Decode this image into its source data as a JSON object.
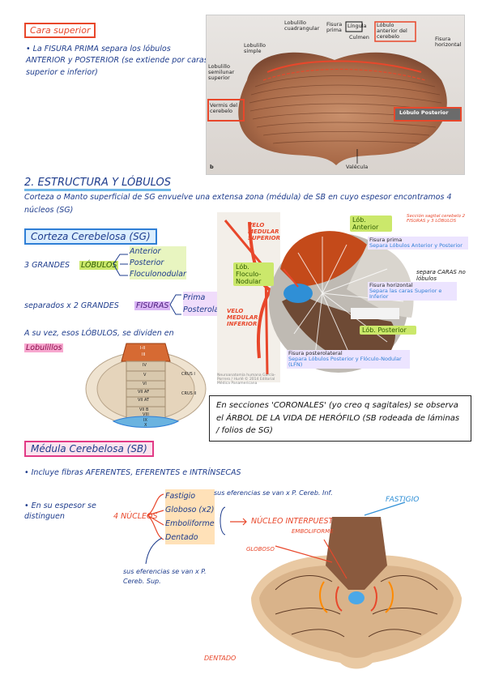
{
  "section1": {
    "title": "Cara superior",
    "note": "• La FISURA PRIMA separa los lóbulos ANTERIOR y POSTERIOR (se extiende por caras superior e inferior)",
    "photo_labels": {
      "lobulillo_cuadrangular": "Lobulillo cuadrangular",
      "lobulillo_simple": "Lobulillo simple",
      "lobulillo_semilunar": "Lobulillo semilunar superior",
      "fisura_prima": "Fisura prima",
      "lingula": "Língula",
      "culmen": "Culmen",
      "lobulo_anterior": "Lóbulo anterior del cerebelo",
      "fisura_horizontal": "Fisura horizontal",
      "vermis": "Vermis del cerebelo",
      "lobulo_posterior": "Lóbulo Posterior",
      "valecula": "Valécula",
      "fig": "b"
    }
  },
  "section2": {
    "heading": "2. ESTRUCTURA Y LÓBULOS",
    "intro": "Corteza o Manto superficial de SG envuelve una extensa zona (médula) de SB en cuyo espesor encontramos 4 núcleos (SG)"
  },
  "corteza": {
    "title": "Corteza Cerebelosa (SG)",
    "tres_grandes": "3 GRANDES",
    "lobulos_word": "LÓBULOS",
    "lobulos": [
      "Anterior",
      "Posterior",
      "Floculonodular"
    ],
    "separados": "separados x 2 GRANDES",
    "fisuras_word": "FISURAS",
    "fisuras": [
      "Prima",
      "Posterolat"
    ],
    "subdividen": "A su vez, esos LÓBULOS, se dividen en",
    "lobulillos": "Lobulillos"
  },
  "diagram": {
    "velo_superior": "VELO MEDULAR SUPERIOR",
    "velo_inferior": "VELO MEDULAR INFERIOR",
    "lob_anterior": "Lób. Anterior",
    "corte_note": "Sección sagital cerebelo 2 FISURAS y 3 LÓBULOS",
    "fisura_prima": "Fisura prima",
    "separa_anterior_posterior": "Separa Lóbulos Anterior y Posterior",
    "lob_floculo": "Lób. Floculo-Nodular",
    "fisura_horizontal": "Fisura horizontal",
    "separa_caras_note": "separa CARAS no lóbulos",
    "separa_caras": "Separa las caras Superior e Inferior",
    "lob_posterior": "Lób. Posterior",
    "fisura_posterolateral": "Fisura posterolateral",
    "separa_posterior_lfn": "Separa Lóbulos Posterior y Flóculo-Nodular (LFN)",
    "credit": "Neuroanatomía humana García-Porrero / Hurlé © 2014 Editorial Médica Panamericana"
  },
  "lobulillo_diagram": {
    "labels": [
      "I-II",
      "III",
      "IV",
      "V",
      "VI",
      "VII AF",
      "VII AT",
      "VII B",
      "VIII",
      "IX",
      "X",
      "CRUS I",
      "CRUS II"
    ]
  },
  "arbor_note": "En secciones 'CORONALES' (yo creo q sagitales) se observa el ÁRBOL DE LA VIDA DE HERÓFILO (SB rodeada de láminas / folios de SG)",
  "medula": {
    "title": "Médula Cerebelosa (SB)",
    "incluye": "• Incluye fibras AFERENTES, EFERENTES e INTRÍNSECAS",
    "espesor": "• En su espesor se distinguen",
    "cuatro_nucleos": "4 NÚCLEOS",
    "nucleos": [
      "Fastigio",
      "Globoso (x2)",
      "Emboliforme",
      "Dentado"
    ],
    "fastigio_note": "sus eferencias se van x P. Cereb. Inf.",
    "interpuesto": "NÚCLEO INTERPUESTO",
    "dentado_note": "sus eferencias se van x P. Cereb. Sup.",
    "fig_fastigio": "FASTIGIO",
    "fig_emboliforme": "EMBOLIFORME",
    "fig_globoso": "GLOBOSO",
    "fig_dentado": "DENTADO"
  }
}
